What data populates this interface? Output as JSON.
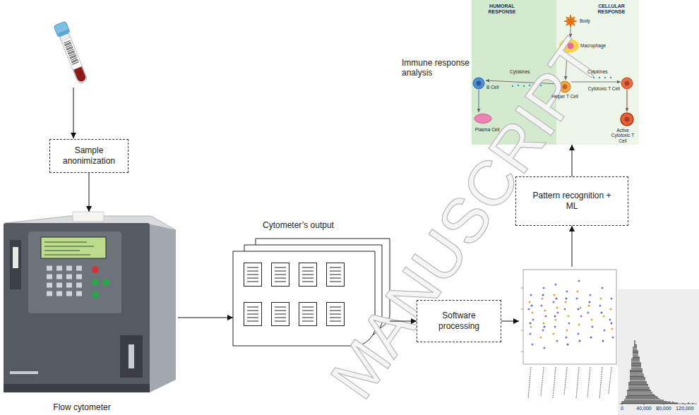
{
  "diagram": {
    "nodes": [
      {
        "text": [
          "Sample anonimization"
        ]
      },
      {
        "text": [
          "Flow cytometer"
        ]
      },
      {
        "text": [
          "Cytometer’s output"
        ]
      },
      {
        "text": [
          "Software processing"
        ]
      },
      {
        "text": [
          "0",
          "40,000",
          "80,000",
          "120,000"
        ]
      },
      {
        "text": [
          "Pattern recognition + ML"
        ]
      },
      {
        "text": [
          "Immune response analysis"
        ]
      }
    ],
    "edges": [
      {
        "from": 0,
        "to": 1,
        "arrow": "to"
      },
      {
        "from": 1,
        "to": 2,
        "arrow": "to"
      },
      {
        "from": 2,
        "to": 3,
        "arrow": "to"
      },
      {
        "from": 3,
        "to": 4,
        "arrow": "to"
      },
      {
        "from": 4,
        "to": 5,
        "arrow": "to"
      },
      {
        "from": 5,
        "to": 6,
        "arrow": "to"
      }
    ],
    "labels": [
      "MANUSCRIPT",
      "HUMORAL RESPONSE",
      "CELLULAR RESPONSE",
      "Body",
      "Macrophage",
      "Cytokines",
      "Cytokines",
      "B Cell",
      "Helper T Cell",
      "Cytotoxic T Cell",
      "Plasma Cell",
      "Active Cytotoxic T Cell"
    ]
  }
}
